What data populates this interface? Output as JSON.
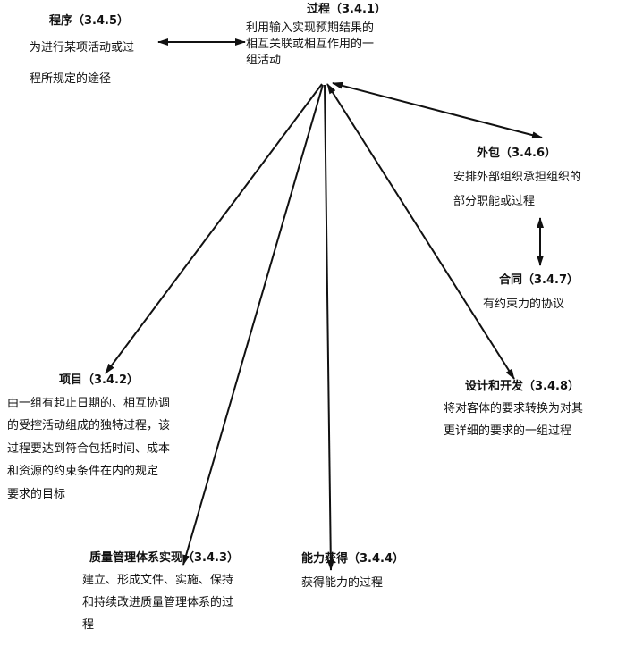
{
  "nodes": {
    "process": {
      "title": "过程（3.4.1）",
      "lines": [
        "利用输入实现预期结果的",
        "相互关联或相互作用的一",
        "组活动"
      ]
    },
    "procedure": {
      "title": "程序（3.4.5）",
      "lines": [
        "为进行某项活动或过",
        "程所规定的途径"
      ]
    },
    "outsource": {
      "title": "外包（3.4.6）",
      "lines": [
        "安排外部组织承担组织的",
        "部分职能或过程"
      ]
    },
    "contract": {
      "title": "合同（3.4.7）",
      "lines": [
        "有约束力的协议"
      ]
    },
    "design": {
      "title": "设计和开发（3.4.8）",
      "lines": [
        "将对客体的要求转换为对其",
        "更详细的要求的一组过程"
      ]
    },
    "project": {
      "title": "项目（3.4.2）",
      "lines": [
        "由一组有起止日期的、相互协调",
        "的受控活动组成的独特过程，该",
        "过程要达到符合包括时间、成本",
        "和资源的约束条件在内的规定",
        "要求的目标"
      ]
    },
    "qms": {
      "title": "质量管理体系实现（3.4.3）",
      "lines": [
        "建立、形成文件、实施、保持",
        "和持续改进质量管理体系的过",
        "程"
      ]
    },
    "competence": {
      "title": "能力获得（3.4.4）",
      "lines": [
        "获得能力的过程"
      ]
    }
  }
}
